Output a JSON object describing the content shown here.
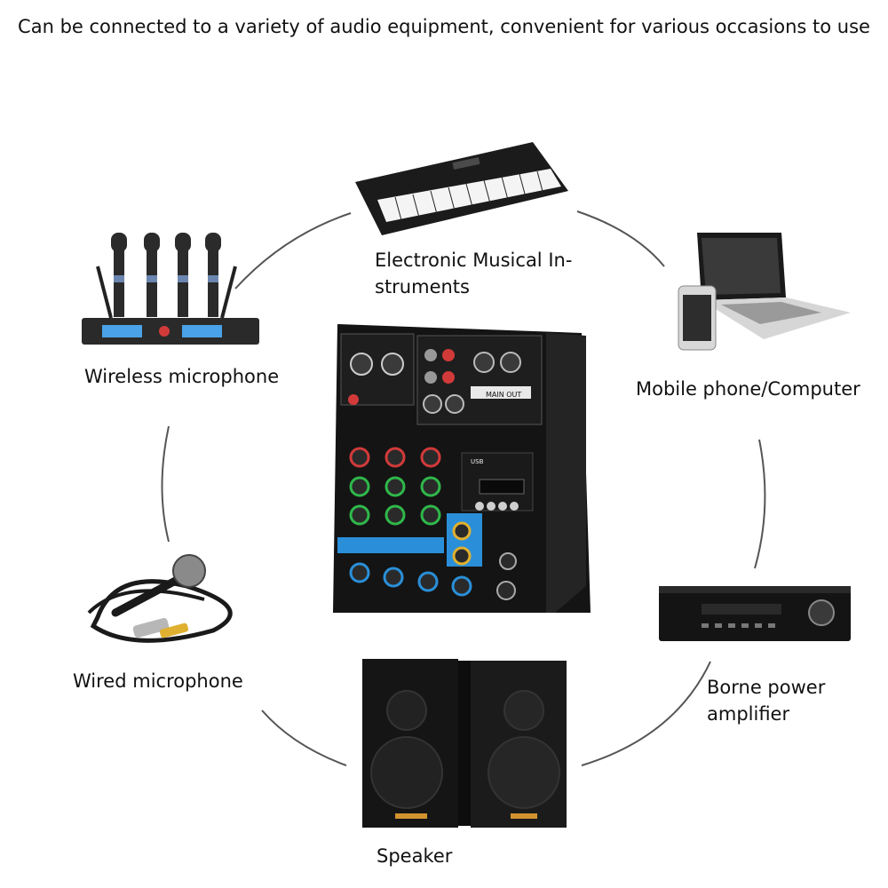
{
  "headline": "Can be connected to a variety of audio equipment, convenient for various occasions to use",
  "devices": {
    "keyboard": {
      "label_line1": "Electronic Musical In-",
      "label_line2": "struments"
    },
    "wireless_mic": {
      "label": "Wireless microphone"
    },
    "mobile_computer": {
      "label": "Mobile phone/Computer"
    },
    "wired_mic": {
      "label": "Wired microphone"
    },
    "amplifier": {
      "label_line1": "Borne power",
      "label_line2": "amplifier"
    },
    "speaker": {
      "label": "Speaker"
    }
  },
  "mixer": {
    "main_out_label": "MAIN OUT",
    "usb_label": "USB"
  },
  "colors": {
    "ring": "#555555",
    "device_dark": "#1b1b1b",
    "accent_blue": "#2a8fd8",
    "knob_red": "#d23a3a",
    "knob_green": "#2fb84a"
  }
}
